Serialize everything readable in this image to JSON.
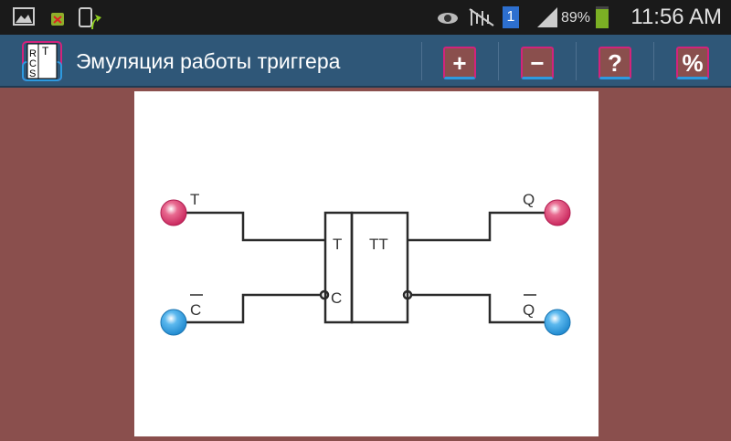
{
  "status_bar": {
    "icons": [
      "image-icon",
      "android-debug-icon",
      "phone-upload-icon",
      "eye-icon",
      "mute-icon",
      "sim-icon",
      "signal-icon",
      "battery-icon"
    ],
    "sim_label": "1",
    "battery": "89%",
    "time": "11:56 AM"
  },
  "action_bar": {
    "logo_letters": [
      "R",
      "C",
      "S",
      "T"
    ],
    "title": "Эмуляция работы триггера",
    "buttons": [
      {
        "name": "zoom-in",
        "label": "+"
      },
      {
        "name": "zoom-out",
        "label": "−"
      },
      {
        "name": "help",
        "label": "?"
      },
      {
        "name": "percent",
        "label": "%"
      }
    ]
  },
  "circuit": {
    "inputs": {
      "t": "T",
      "c": "C"
    },
    "outputs": {
      "q": "Q",
      "q_bar": "Q"
    },
    "block": {
      "t_pin": "T",
      "c_pin": "C",
      "type": "TT"
    },
    "colors": {
      "pink": "#d8356a",
      "blue": "#2d9be0"
    }
  }
}
